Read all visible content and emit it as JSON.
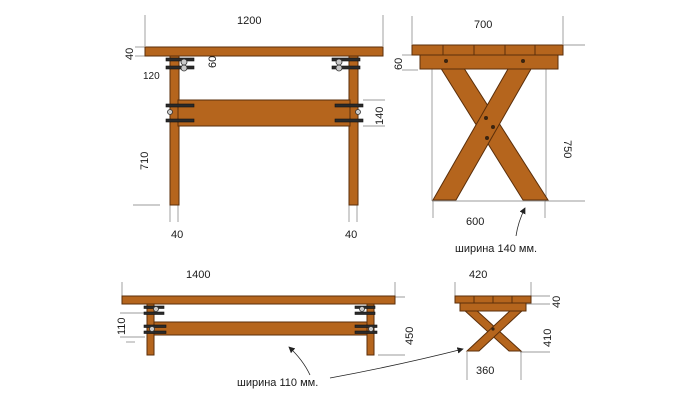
{
  "table_front": {
    "top_length": "1200",
    "top_thickness": "40",
    "bracket_offset": "120",
    "bracket_height": "60",
    "stretcher_height": "140",
    "height": "710",
    "left_leg_width": "40",
    "right_leg_width": "40"
  },
  "table_side": {
    "top_width": "700",
    "top_thickness": "60",
    "height": "750",
    "base_width": "600",
    "board_width_note": "ширина 140 мм."
  },
  "bench_front": {
    "top_length": "1400",
    "apron_height": "110",
    "height": "450",
    "board_width_note": "ширина 110 мм."
  },
  "bench_side": {
    "top_width": "420",
    "top_thickness": "40",
    "leg_height": "410",
    "base_width": "360"
  },
  "colors": {
    "wood": "#b5651d",
    "wood_dark": "#9c5418",
    "steel": "#2b2b2b"
  }
}
